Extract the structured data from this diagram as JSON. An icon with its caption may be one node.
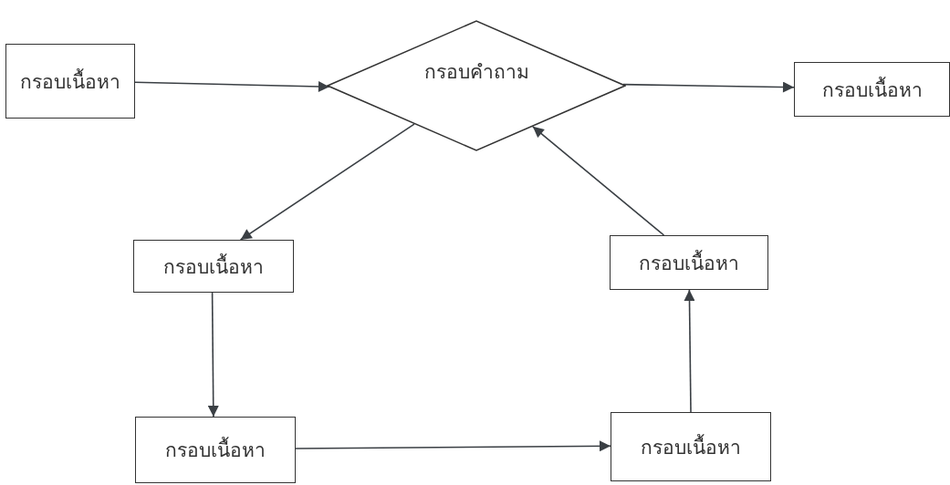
{
  "diagram": {
    "nodes": [
      {
        "text": [
          "กรอบเนื้อหา"
        ]
      },
      {
        "text": [
          "กรอบคำถาม"
        ]
      },
      {
        "text": [
          "กรอบเนื้อหา"
        ]
      },
      {
        "text": [
          "กรอบเนื้อหา"
        ]
      },
      {
        "text": [
          "กรอบเนื้อหา"
        ]
      },
      {
        "text": [
          "กรอบเนื้อหา"
        ]
      },
      {
        "text": [
          "กรอบเนื้อหา"
        ]
      }
    ],
    "edges": [
      {
        "from": 0,
        "to": 1,
        "arrow": "to"
      },
      {
        "from": 1,
        "to": 2,
        "arrow": "to"
      },
      {
        "from": 1,
        "to": 3,
        "arrow": "to"
      },
      {
        "from": 3,
        "to": 5,
        "arrow": "to"
      },
      {
        "from": 5,
        "to": 6,
        "arrow": "to"
      },
      {
        "from": 6,
        "to": 4,
        "arrow": "to"
      },
      {
        "from": 4,
        "to": 1,
        "arrow": "to"
      }
    ]
  }
}
